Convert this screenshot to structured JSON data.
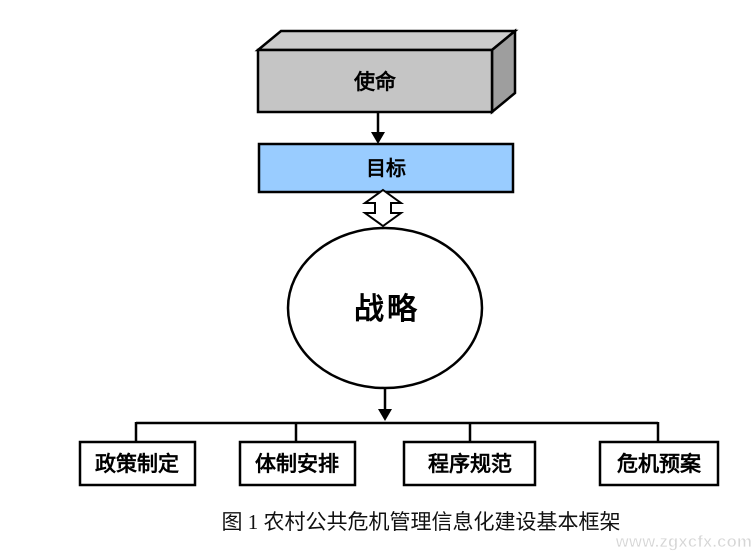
{
  "diagram": {
    "nodes": {
      "mission": {
        "label": "使命"
      },
      "goal": {
        "label": "目标"
      },
      "strategy": {
        "label": "战略"
      },
      "outputs": [
        {
          "label": "政策制定"
        },
        {
          "label": "体制安排"
        },
        {
          "label": "程序规范"
        },
        {
          "label": "危机预案"
        }
      ]
    },
    "caption": "图 1 农村公共危机管理信息化建设基本框架",
    "watermark": "www.zgxcfx.com",
    "colors": {
      "mission_front": "#c5c5c5",
      "mission_top": "#cccccc",
      "mission_side": "#9e9e9e",
      "goal_fill": "#99ccff",
      "outline": "#000000",
      "watermark_color": "#d6d6d6"
    }
  }
}
